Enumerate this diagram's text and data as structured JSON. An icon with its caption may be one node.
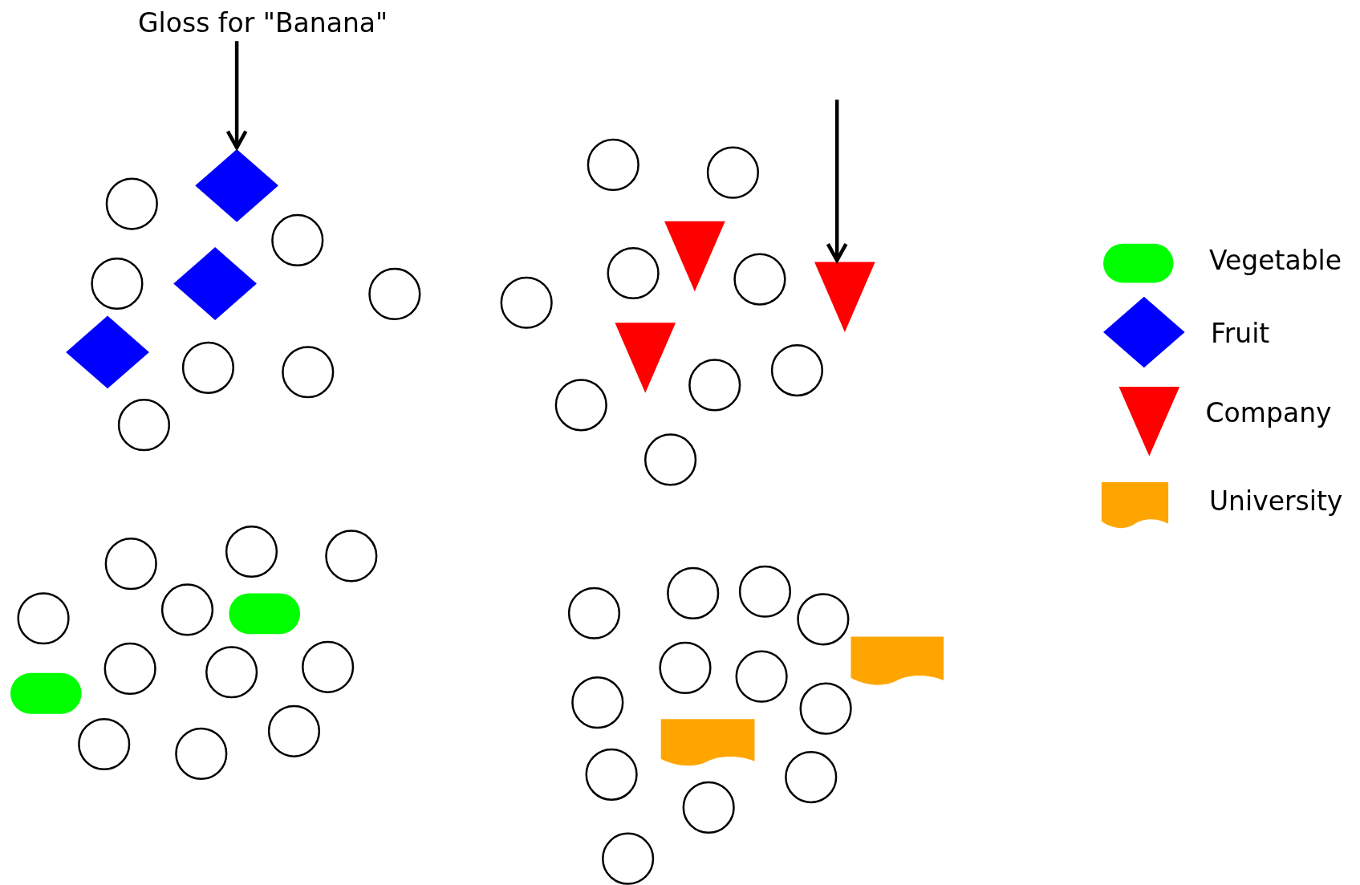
{
  "diagram": {
    "nodes": [
      {
        "text": [
          "Gloss for \"Banana\""
        ]
      },
      {
        "text": [],
        "shape": "diamond"
      },
      {
        "text": [],
        "shape": "diamond"
      },
      {
        "text": [],
        "shape": "diamond"
      },
      {
        "text": [],
        "shape": "triangle"
      },
      {
        "text": [],
        "shape": "triangle"
      },
      {
        "text": [],
        "shape": "triangle"
      },
      {
        "text": [],
        "shape": "pill"
      },
      {
        "text": [],
        "shape": "pill"
      },
      {
        "text": [],
        "shape": "wave"
      },
      {
        "text": [],
        "shape": "wave"
      }
    ],
    "edges": [
      {
        "from": 0,
        "to": 1,
        "arrow": "to"
      },
      {
        "from": null,
        "to": 5,
        "arrow": "to"
      }
    ],
    "legend": [
      {
        "text": "Vegetable",
        "color": "#00ff00"
      },
      {
        "text": "Fruit",
        "color": "#0000ff"
      },
      {
        "text": "Company",
        "color": "#ff0000"
      },
      {
        "text": "University",
        "color": "#ffa500"
      }
    ]
  }
}
